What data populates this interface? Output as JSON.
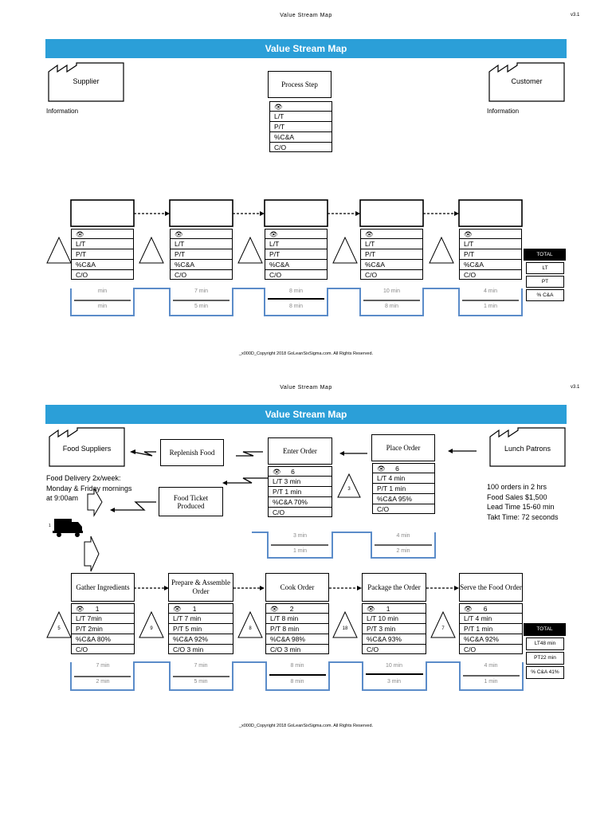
{
  "page1": {
    "title": "Value Stream Map",
    "version": "v3.1",
    "banner": "Value Stream Map",
    "supplier": "Supplier",
    "customer": "Customer",
    "supplier_info": "Information",
    "customer_info": "Information",
    "template_step": {
      "name": "Process Step",
      "rows": [
        "L/T",
        "P/T",
        "%C&A",
        "C/O"
      ]
    },
    "steps": [
      {
        "rows": [
          "L/T",
          "P/T",
          "%C&A",
          "C/O"
        ]
      },
      {
        "rows": [
          "L/T",
          "P/T",
          "%C&A",
          "C/O"
        ]
      },
      {
        "rows": [
          "L/T",
          "P/T",
          "%C&A",
          "C/O"
        ]
      },
      {
        "rows": [
          "L/T",
          "P/T",
          "%C&A",
          "C/O"
        ]
      },
      {
        "rows": [
          "L/T",
          "P/T",
          "%C&A",
          "C/O"
        ]
      }
    ],
    "timeline": [
      {
        "top": "min",
        "bottom": "min"
      },
      {
        "top": "7 min",
        "bottom": "5 min"
      },
      {
        "top": "8 min",
        "bottom": "8 min"
      },
      {
        "top": "10 min",
        "bottom": "8 min"
      },
      {
        "top": "4 min",
        "bottom": "1 min"
      }
    ],
    "totals": {
      "head": "TOTAL",
      "lt": "LT",
      "pt": "PT",
      "ca": "% C&A"
    },
    "copyright": "_x000D_Copyright 2018 GoLeanSixSigma.com. All Rights Reserved."
  },
  "page2": {
    "title": "Value Stream Map",
    "version": "v3.1",
    "banner": "Value Stream Map",
    "food_suppliers": "Food Suppliers",
    "lunch_patrons": "Lunch Patrons",
    "replenish_food": "Replenish Food",
    "enter_order": {
      "name": "Enter Order",
      "operators": "6",
      "rows": [
        "L/T  3 min",
        "P/T  1 min",
        "%C&A  70%",
        "C/O"
      ]
    },
    "place_order": {
      "name": "Place Order",
      "operators": "6",
      "rows": [
        "L/T  4 min",
        "P/T  1 min",
        "%C&A  95%",
        "C/O"
      ]
    },
    "food_ticket": "Food Ticket Produced",
    "delivery_note": [
      "Food Delivery 2x/week:",
      "Monday & Friday mornings",
      "at 9:00am"
    ],
    "truck_num": "1",
    "upper_inventory": "3",
    "customer_data": [
      "100 orders in 2 hrs",
      "Food Sales $1,500",
      "Lead Time 15-60 min",
      "Takt Time: 72 seconds"
    ],
    "upper_timeline": [
      {
        "top": "3 min",
        "bottom": "1 min"
      },
      {
        "top": "4 min",
        "bottom": "2 min"
      }
    ],
    "steps": [
      {
        "name": "Gather Ingredients",
        "operators": "1",
        "rows": [
          "L/T  7min",
          "P/T  2min",
          "%C&A  80%",
          "C/O"
        ]
      },
      {
        "name": "Prepare & Assemble Order",
        "operators": "1",
        "rows": [
          "L/T  7 min",
          "P/T  5 min",
          "%C&A  92%",
          "C/O  3 min"
        ]
      },
      {
        "name": "Cook Order",
        "operators": "2",
        "rows": [
          "L/T  8 min",
          "P/T  8 min",
          "%C&A  98%",
          "C/O  3 min"
        ]
      },
      {
        "name": "Package the Order",
        "operators": "1",
        "rows": [
          "L/T  10 min",
          "P/T  3 min",
          "%C&A  93%",
          "C/O"
        ]
      },
      {
        "name": "Serve the Food Order",
        "operators": "6",
        "rows": [
          "L/T  4 min",
          "P/T  1 min",
          "%C&A  92%",
          "C/O"
        ]
      }
    ],
    "inventory": [
      "5",
      "9",
      "8",
      "18",
      "7"
    ],
    "timeline": [
      {
        "top": "7 min",
        "bottom": "2 min"
      },
      {
        "top": "7 min",
        "bottom": "5 min"
      },
      {
        "top": "8 min",
        "bottom": "8 min"
      },
      {
        "top": "10 min",
        "bottom": "3 min"
      },
      {
        "top": "4 min",
        "bottom": "1 min"
      }
    ],
    "totals": {
      "head": "TOTAL",
      "lt": "LT48 min",
      "pt": "PT22 min",
      "ca": "% C&A 41%"
    },
    "copyright": "_x000D_Copyright 2018 GoLeanSixSigma.com. All Rights Reserved."
  },
  "colors": {
    "banner": "#2b9fd8",
    "timeline": "#5b8cc9"
  }
}
